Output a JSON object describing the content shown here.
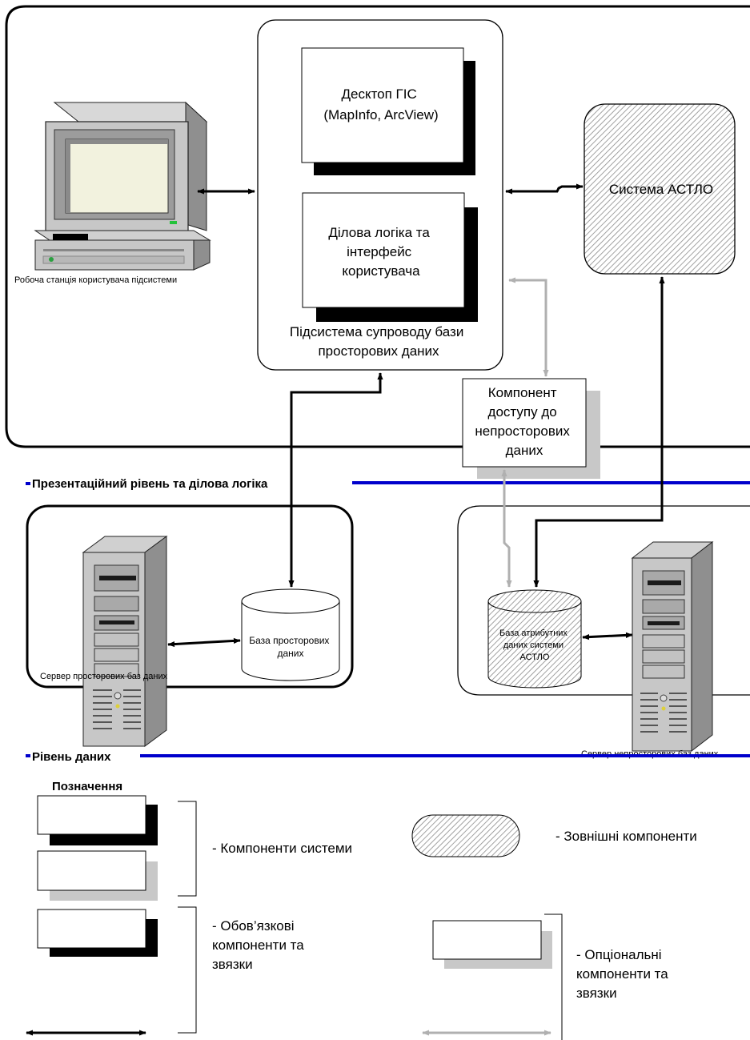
{
  "components": {
    "desktop_gis": [
      "Десктоп ГІС",
      "(MapInfo, ArcView)"
    ],
    "business_logic": [
      "Ділова логіка та",
      "інтерфейс",
      "користувача"
    ],
    "subsystem": [
      "Підсистема супроводу бази",
      "просторових даних"
    ],
    "astlo_system": "Система АСТЛО",
    "nonspatial_access": [
      "Компонент",
      "доступу до",
      "непросторових",
      "даних"
    ],
    "workstation": "Робоча станція користувача підсистеми",
    "spatial_db": [
      "База просторових",
      "даних"
    ],
    "attribute_db": [
      "База атрибутних",
      "даних системи",
      "АСТЛО"
    ],
    "spatial_server": "Сервер просторових баз даних",
    "nonspatial_server": "Сервер непросторових баз даних"
  },
  "layers": {
    "presentation": "Презентаційний рівень та ділова логіка",
    "data": "Рівень даних"
  },
  "legend": {
    "title": "Позначення",
    "system_components": "- Компоненти системи",
    "external_components": "- Зовнішні компоненти",
    "mandatory": [
      "- Обов’язкові",
      "компоненти та",
      "звязки"
    ],
    "optional": [
      "- Опціональні",
      "компоненти та",
      "звязки"
    ]
  },
  "colors": {
    "layer_line": "#0000cc",
    "mandatory_link": "#000000",
    "optional_link": "#b0b0b0",
    "external_fill": "#d8d8d8"
  }
}
